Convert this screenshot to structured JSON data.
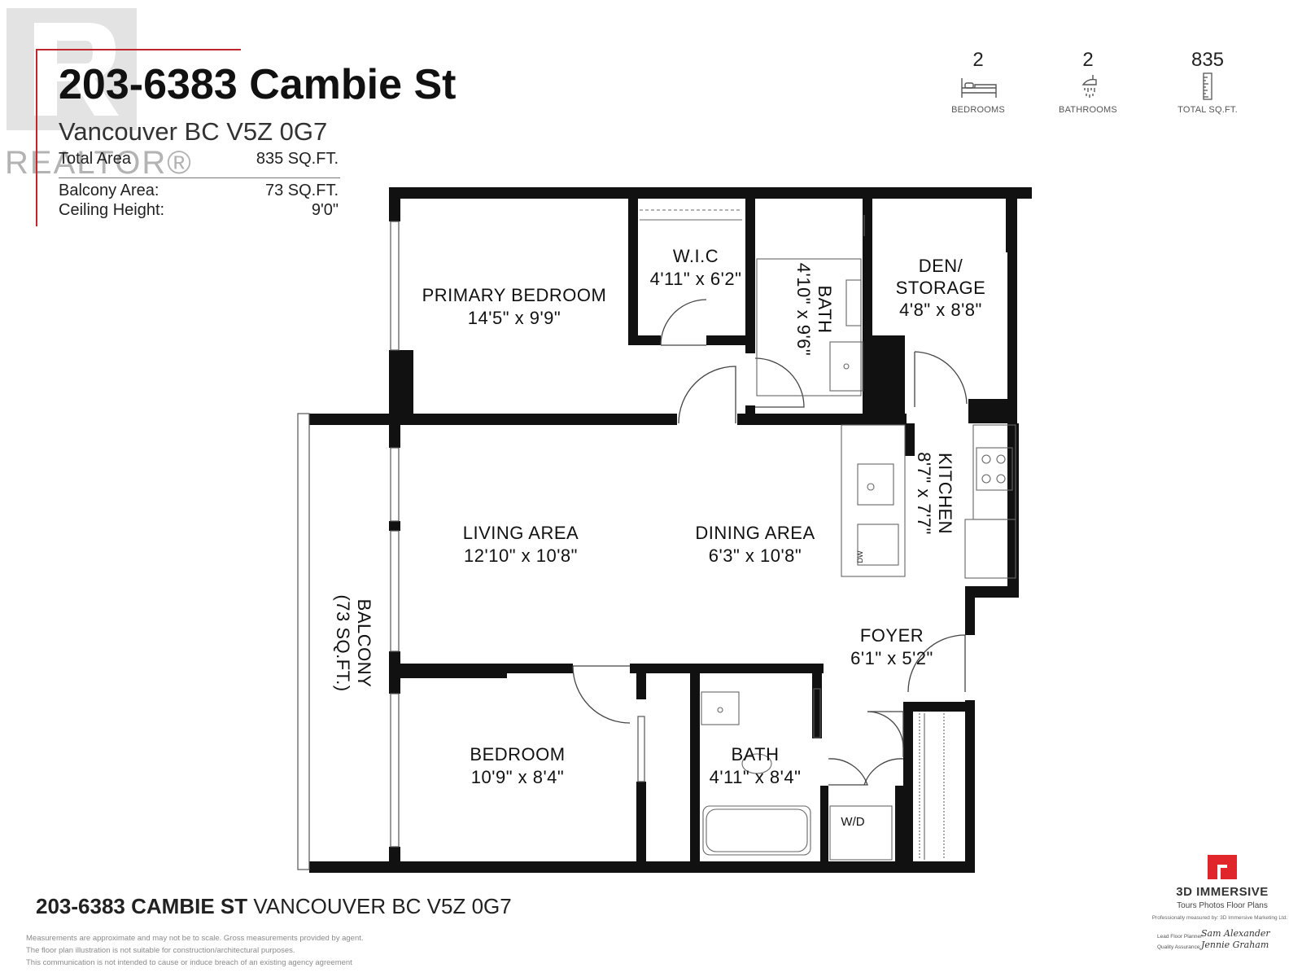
{
  "watermark": {
    "text": "REALTOR®"
  },
  "header": {
    "title": "203-6383 Cambie St",
    "subtitle": "Vancouver BC V5Z 0G7",
    "total_area_label": "Total Area",
    "total_area_value": "835 SQ.FT.",
    "balcony_area_label": "Balcony Area:",
    "balcony_area_value": "73 SQ.FT.",
    "ceiling_height_label": "Ceiling Height:",
    "ceiling_height_value": "9'0\""
  },
  "stats": [
    {
      "value": "2",
      "label": "BEDROOMS",
      "icon": "bed-icon"
    },
    {
      "value": "2",
      "label": "BATHROOMS",
      "icon": "shower-icon"
    },
    {
      "value": "835",
      "label": "TOTAL SQ.FT.",
      "icon": "ruler-icon"
    }
  ],
  "rooms": {
    "primary_bedroom": {
      "name": "PRIMARY BEDROOM",
      "dims": "14'5\" x 9'9\""
    },
    "wic": {
      "name": "W.I.C",
      "dims": "4'11\" x 6'2\""
    },
    "ensuite_bath": {
      "name": "BATH",
      "dims": "4'10\" x 9'6\""
    },
    "den": {
      "name_line1": "DEN/",
      "name_line2": "STORAGE",
      "dims": "4'8\" x 8'8\""
    },
    "kitchen": {
      "name": "KITCHEN",
      "dims": "8'7\" x 7'7\""
    },
    "living": {
      "name": "LIVING AREA",
      "dims": "12'10\" x 10'8\""
    },
    "dining": {
      "name": "DINING AREA",
      "dims": "6'3\" x 10'8\""
    },
    "balcony": {
      "name": "BALCONY",
      "dims": "(73 SQ.FT.)"
    },
    "foyer": {
      "name": "FOYER",
      "dims": "6'1\" x 5'2\""
    },
    "bedroom": {
      "name": "BEDROOM",
      "dims": "10'9\" x 8'4\""
    },
    "bath2": {
      "name": "BATH",
      "dims": "4'11\" x 8'4\""
    },
    "laundry": {
      "name": "W/D"
    },
    "dishwasher": {
      "name": "DW"
    }
  },
  "footer": {
    "address_bold": "203-6383 CAMBIE ST",
    "address_rest": "VANCOUVER BC V5Z 0G7",
    "disclaimer_1": "Measurements are approximate and may not be to scale. Gross measurements provided by agent.",
    "disclaimer_2": "The floor plan illustration is not suitable for construction/architectural purposes.",
    "disclaimer_3": "This communication is not intended to cause or induce breach of an existing agency agreement",
    "brand_name": "3D IMMERSIVE",
    "brand_tagline": "Tours  Photos  Floor Plans",
    "brand_measured": "Professionally measured by: 3D Immersive Marketing Ltd.",
    "lead_planner_label": "Lead Floor Planner:",
    "lead_planner_sig": "Sam Alexander",
    "qa_label": "Quality Assurance:",
    "qa_sig": "Jennie Graham",
    "brand_color": "#e0262b"
  }
}
